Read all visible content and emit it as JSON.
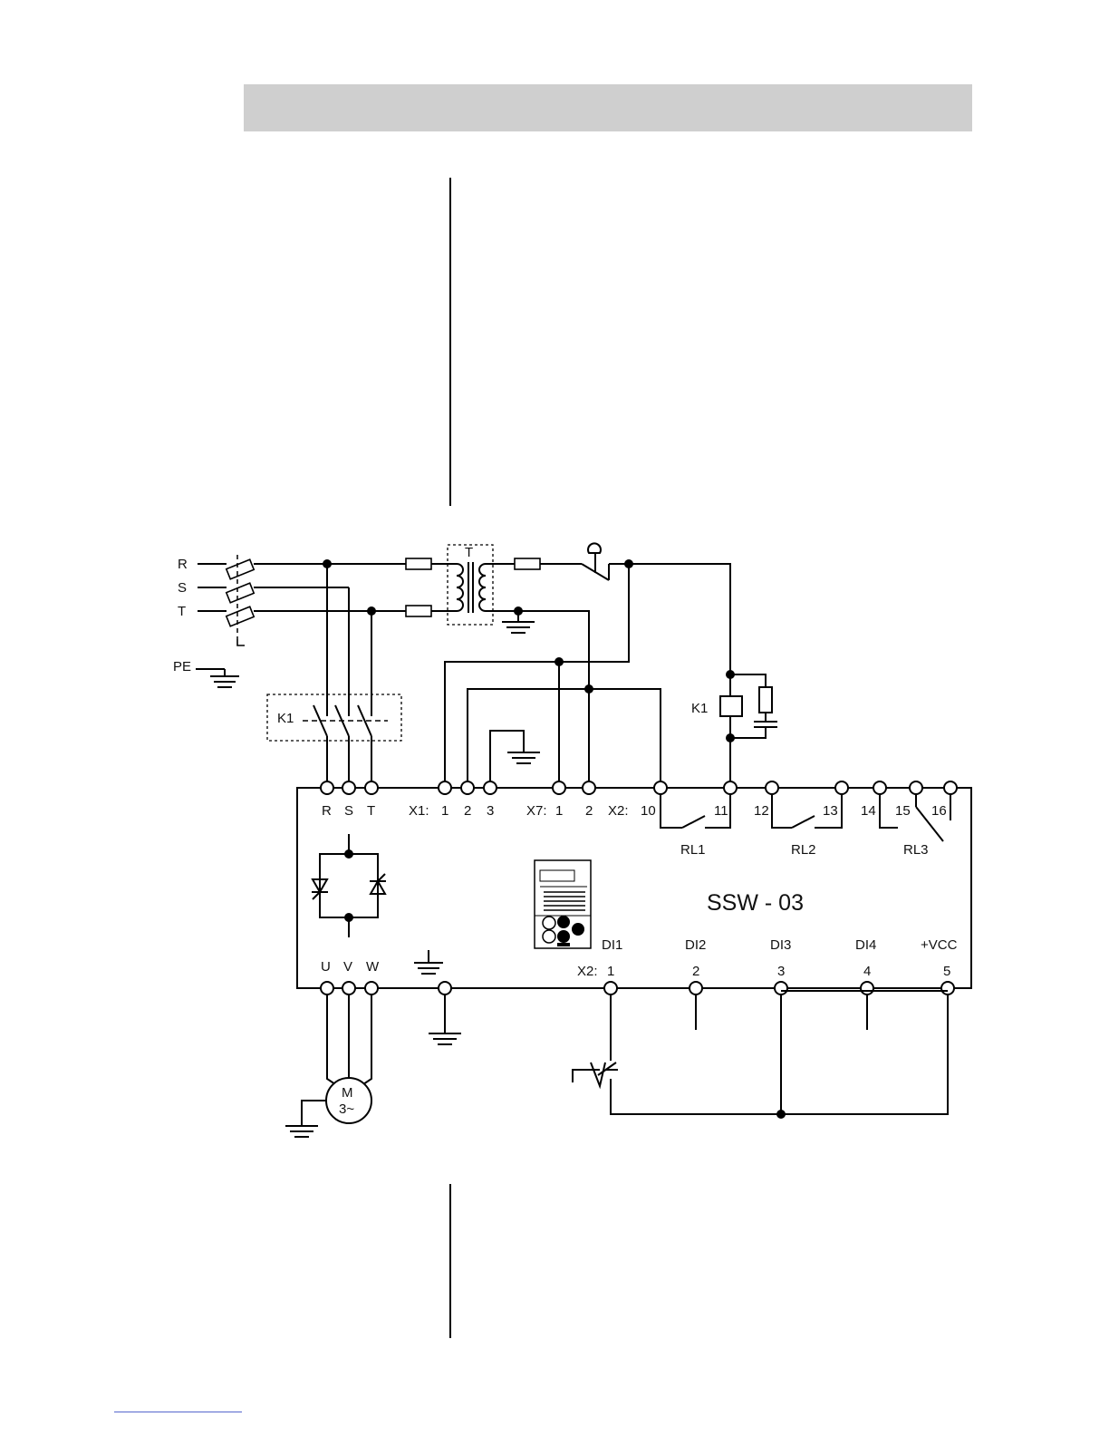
{
  "supply_labels": [
    "R",
    "S",
    "T",
    "PE"
  ],
  "contactor": {
    "box_label": "K1",
    "coil_label": "K1"
  },
  "transformer_label": "T",
  "power_terminals": [
    "R",
    "S",
    "T"
  ],
  "x1": {
    "block": "X1:",
    "pins": [
      "1",
      "2",
      "3"
    ]
  },
  "x7": {
    "block": "X7:",
    "pins": [
      "1",
      "2"
    ]
  },
  "x2_relays": {
    "block": "X2:",
    "pins": [
      "10",
      "11",
      "12",
      "13",
      "14",
      "15",
      "16"
    ]
  },
  "relays": [
    "RL1",
    "RL2",
    "RL3"
  ],
  "device_name": "SSW - 03",
  "outputs": [
    "U",
    "V",
    "W"
  ],
  "digital_inputs": {
    "names": [
      "DI1",
      "DI2",
      "DI3",
      "DI4",
      "+VCC"
    ],
    "block": "X2:",
    "pins": [
      "1",
      "2",
      "3",
      "4",
      "5"
    ]
  },
  "motor": {
    "line1": "M",
    "line2": "3~"
  }
}
